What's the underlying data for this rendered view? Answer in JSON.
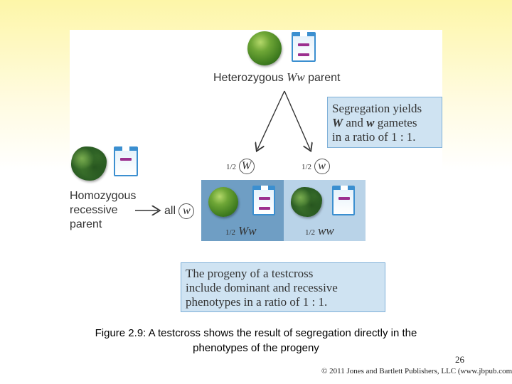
{
  "diagram": {
    "heterozygous_label_prefix": "Heterozygous",
    "heterozygous_label_genotype": "Ww",
    "heterozygous_label_suffix": "parent",
    "segregation_note": {
      "line1": "Segregation yields",
      "line2_a": "W",
      "line2_b": " and ",
      "line2_c": "w",
      "line2_d": " gametes",
      "line3": "in a ratio of 1 : 1."
    },
    "gamete_left": {
      "fraction": "1/2",
      "allele": "W"
    },
    "gamete_right": {
      "fraction": "1/2",
      "allele": "w"
    },
    "homozygous_label": [
      "Homozygous",
      "recessive",
      "parent"
    ],
    "all_label": "all",
    "all_allele": "w",
    "progeny_left": {
      "fraction": "1/2",
      "genotype": "Ww"
    },
    "progeny_right": {
      "fraction": "1/2",
      "genotype": "ww"
    },
    "progeny_note": {
      "line1": "The progeny of a testcross",
      "line2": "include dominant and recessive",
      "line3": "phenotypes in a ratio of 1 : 1."
    }
  },
  "caption": {
    "line1": "Figure 2.9: A testcross shows the result of segregation directly in the",
    "line2": "phenotypes of the progeny"
  },
  "slide_number": "26",
  "copyright": "© 2011 Jones and Bartlett Publishers, LLC (www.jbpub.com)",
  "colors": {
    "note_fill": "#cfe3f2",
    "progeny_left_fill": "#6f9ec4",
    "progeny_right_fill": "#b9d3e8",
    "chromosome_outline": "#3b8fd0",
    "allele_bar": "#9b2f8f"
  },
  "icons": [
    "smooth-pea-icon",
    "wrinkled-pea-icon",
    "chromosome-pair-icon",
    "arrow-icon"
  ]
}
